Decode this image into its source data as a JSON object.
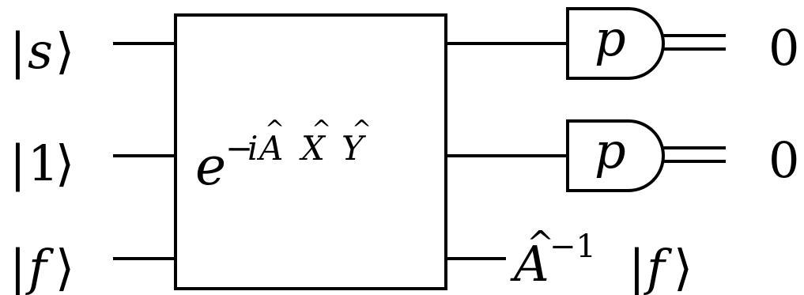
{
  "inputs": [
    {
      "symbol": "s"
    },
    {
      "symbol": "1"
    },
    {
      "symbol": "f"
    }
  ],
  "ket": {
    "left": "|",
    "right": "⟩"
  },
  "gate": {
    "base": "e",
    "exp_sign": "−",
    "exp_i": "i",
    "exp_A": "A",
    "exp_X": "X",
    "exp_Y": "Y",
    "hat": "^"
  },
  "measurements": [
    {
      "basis": "p",
      "outcome": "0"
    },
    {
      "basis": "p",
      "outcome": "0"
    }
  ],
  "output": {
    "op": "A",
    "hat": "^",
    "exponent": "−1",
    "state": "f"
  }
}
